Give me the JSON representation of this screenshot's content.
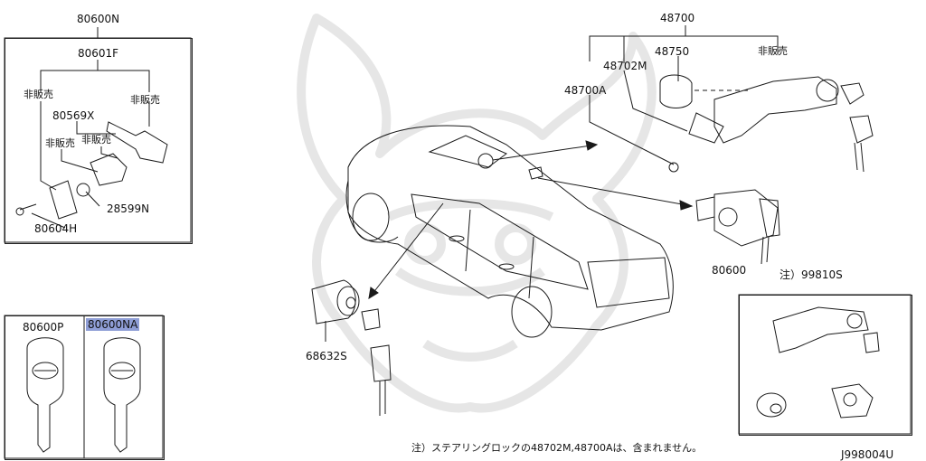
{
  "labels": {
    "p80600n": "80600N",
    "p80601f": "80601F",
    "hihanbai_1": "非販売",
    "hihanbai_2": "非販売",
    "p80569x": "80569X",
    "hihanbai_3": "非販売",
    "hihanbai_4": "非販売",
    "p28599n": "28599N",
    "p80604h": "80604H",
    "p80600p": "80600P",
    "p80600na": "80600NA",
    "p48700": "48700",
    "p48750": "48750",
    "p48702m": "48702M",
    "hihanbai_5": "非販売",
    "p48700a": "48700A",
    "p80600": "80600",
    "p99810s": "注）99810S",
    "p68632s": "68632S",
    "note": "注）ステアリングロックの48702M,48700Aは、含まれません。",
    "diagram_id": "J998004U"
  },
  "colors": {
    "line": "#1a1a1a",
    "watermark": "#e4e4e4",
    "highlight": "#8f9ed6"
  }
}
